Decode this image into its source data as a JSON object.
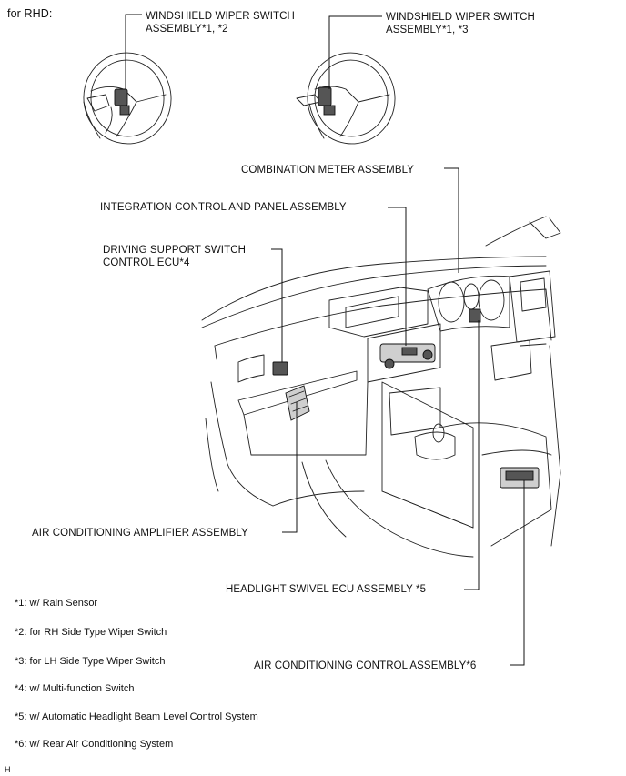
{
  "header": {
    "scope": "for RHD:"
  },
  "callouts": {
    "wiper_rh": "WINDSHIELD WIPER SWITCH\nASSEMBLY*1, *2",
    "wiper_lh": "WINDSHIELD WIPER SWITCH\nASSEMBLY*1, *3",
    "combination_meter": "COMBINATION METER ASSEMBLY",
    "integration_panel": "INTEGRATION CONTROL AND PANEL ASSEMBLY",
    "driving_support": "DRIVING SUPPORT SWITCH\nCONTROL ECU*4",
    "ac_amplifier": "AIR CONDITIONING AMPLIFIER ASSEMBLY",
    "headlight_swivel": "HEADLIGHT SWIVEL ECU ASSEMBLY *5",
    "ac_control": "AIR CONDITIONING CONTROL ASSEMBLY*6"
  },
  "footnotes": [
    "*1: w/ Rain Sensor",
    "*2: for RH Side Type Wiper Switch",
    "*3: for LH Side Type Wiper Switch",
    "*4: w/ Multi-function Switch",
    "*5: w/ Automatic Headlight Beam Level Control System",
    "*6: w/ Rear Air Conditioning System"
  ],
  "figure_code": "H"
}
